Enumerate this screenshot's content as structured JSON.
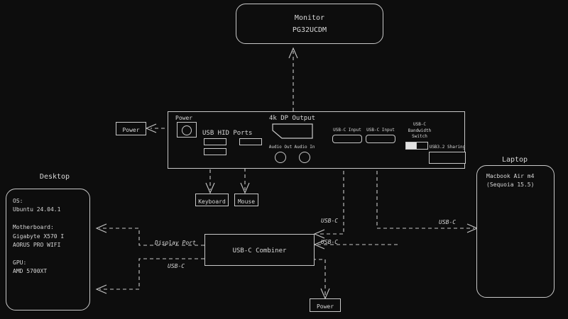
{
  "diagram": {
    "background": "#0d0d0d",
    "line_color": "#c8c8c8",
    "text_color": "#d8d8d8"
  },
  "nodes": {
    "monitor": {
      "title": "Monitor",
      "model": "PG32UCDM"
    },
    "desktop": {
      "title": "Desktop",
      "specs": "OS:\nUbuntu 24.04.1\n\nMotherboard:\nGigabyte X570 I\nAORUS PRO WIFI\n\nGPU:\nAMD 5700XT"
    },
    "laptop": {
      "title": "Laptop",
      "specs": "Macbook Air m4\n(Sequoia 15.5)"
    },
    "combiner": {
      "label": "USB-C Combiner"
    },
    "power_left": {
      "label": "Power"
    },
    "power_bottom": {
      "label": "Power"
    },
    "keyboard": {
      "label": "Keyboard"
    },
    "mouse": {
      "label": "Mouse"
    }
  },
  "hub": {
    "power_label": "Power",
    "usb_hid_label": "USB HID Ports",
    "dp_output_label": "4k DP Output",
    "audio_out_label": "Audio Out",
    "audio_in_label": "Audio In",
    "usbc_input_1_label": "USB-C Input",
    "usbc_input_2_label": "USB-C Input",
    "bandwidth_switch_label": "USB-C\nBandwidth\nSwitch",
    "usb32_sharing_label": "USB3.2 Sharing"
  },
  "edges": {
    "display_port": "Display Port",
    "usbc_desktop": "USB-C",
    "usbc_combiner_in": "USB-C",
    "usbc_laptop": "USB-C"
  }
}
